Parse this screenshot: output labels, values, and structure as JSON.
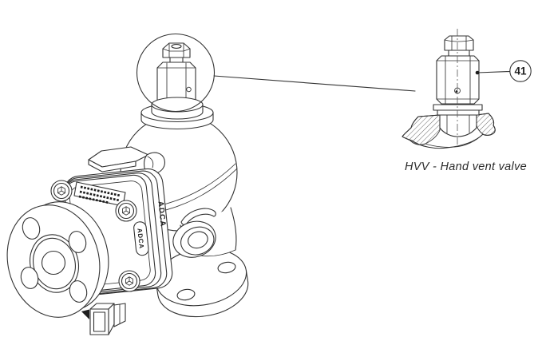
{
  "colors": {
    "line": "#333333",
    "background": "#ffffff",
    "hatch": "#555555",
    "text": "#2b2b2b"
  },
  "main_view": {
    "brand_edge_label": "ADCA",
    "brand_badge_label": "ADCA"
  },
  "detail_view": {
    "balloon_label": "41",
    "caption": "HVV - Hand vent valve"
  }
}
